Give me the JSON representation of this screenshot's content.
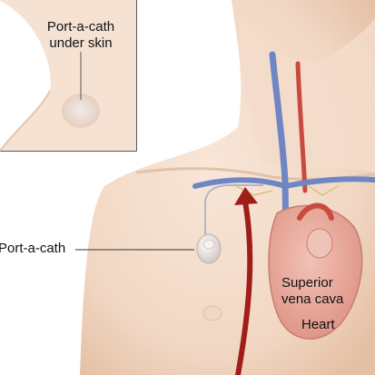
{
  "labels": {
    "inset_line1": "Port-a-cath",
    "inset_line2": "under skin",
    "port": "Port-a-cath",
    "svc_line1": "Superior",
    "svc_line2": "vena cava",
    "heart": "Heart"
  },
  "colors": {
    "skin": "#f3dcc9",
    "skin_shadow": "#e6c3a8",
    "vein": "#6f86c4",
    "artery": "#c94a3f",
    "heart": "#e7a79a",
    "arrow": "#a01e1a",
    "port_device": "#ece4e0",
    "leader_line": "#333333"
  },
  "icons": [
    "arrow-up-icon",
    "port-device-icon",
    "heart-icon"
  ]
}
